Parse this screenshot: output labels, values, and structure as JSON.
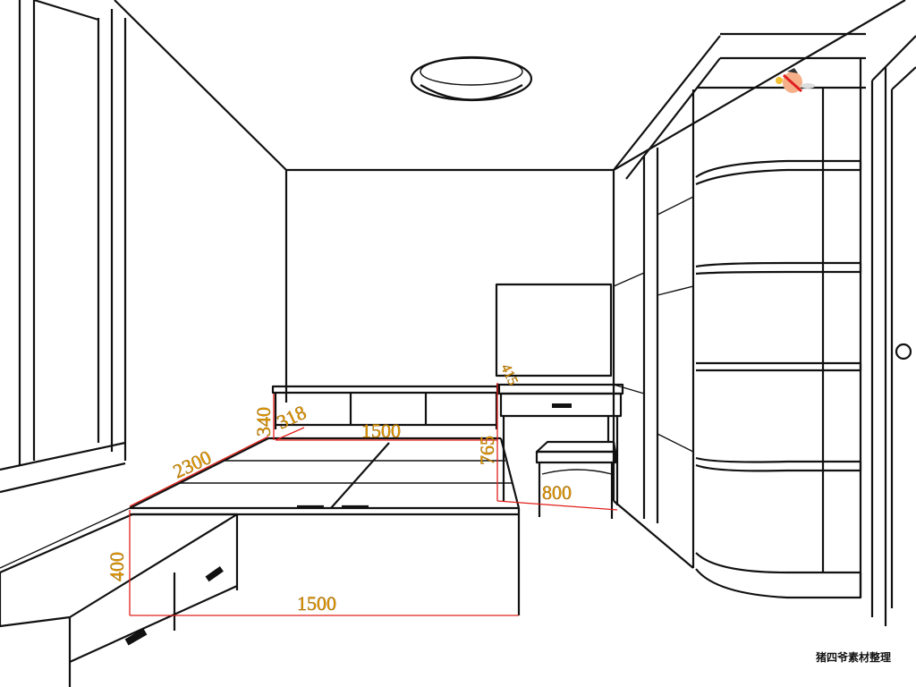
{
  "dimensions": {
    "headboard_height": "340",
    "headboard_depth": "318",
    "bed_width_back": "1500",
    "desk_height": "765",
    "desk_top": "415",
    "bed_length": "2300",
    "desk_width": "800",
    "bed_height": "400",
    "bed_width_front": "1500"
  },
  "caption": "猪四爷素材整理",
  "watermark": "logo",
  "colors": {
    "label": "#e89a00",
    "dimension_line": "#e0201a"
  }
}
